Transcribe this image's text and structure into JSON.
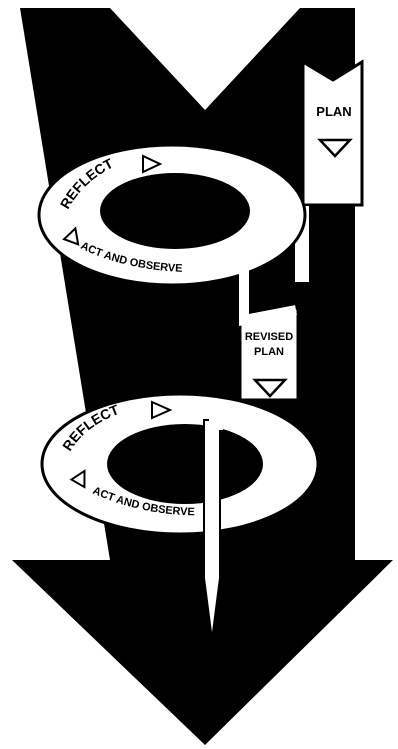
{
  "diagram": {
    "plan_label": "PLAN",
    "revised_label_line1": "REVISED",
    "revised_label_line2": "PLAN",
    "cycle1": {
      "reflect": "REFLECT",
      "act_observe": "ACT AND OBSERVE"
    },
    "cycle2": {
      "reflect": "REFLECT",
      "act_observe": "ACT AND OBSERVE"
    }
  },
  "colors": {
    "ink": "#000000",
    "paper": "#ffffff"
  }
}
